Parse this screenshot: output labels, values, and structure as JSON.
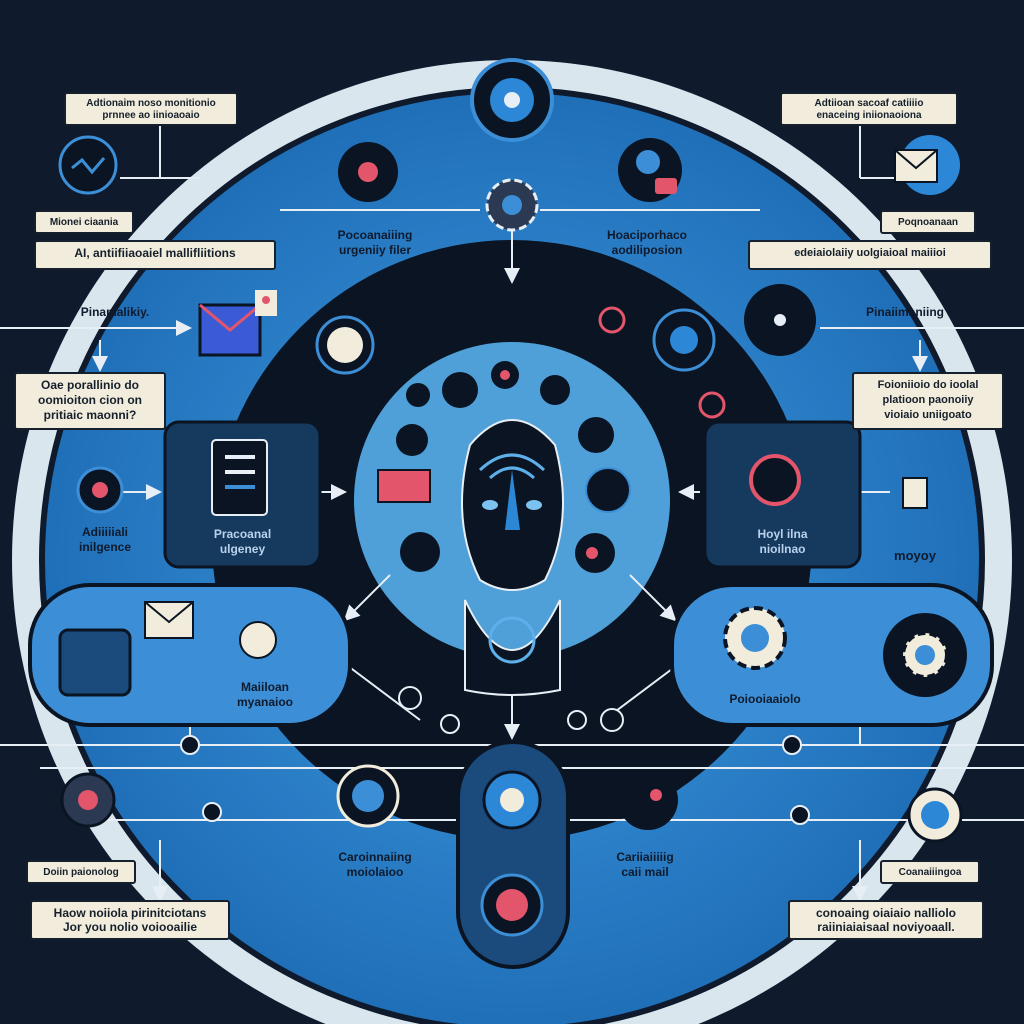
{
  "labels": {
    "top_left_note": "Adtionaim noso monitionio\nprnnee ao iinioaoaio",
    "top_right_note": "Adtiioan sacoaf catiiiio\nenaceing iniionaoiona",
    "left_small_title": "Mionei ciaania",
    "ai_notifications": "AI, antiifiiaoaiel mallifliitions",
    "right_small_title": "Poqnoanaan",
    "right_banner": "edeiaiolaiiy uolgiaioal maiiioi",
    "left_question": "Oae porallinio do\noomioiton cion on\npritiaic maonni?",
    "right_question": "Foioniioio do ioolal\nplatioon paonoiiy\nvioiaio uniigoato",
    "bottom_left_small": "Doiin paionolog",
    "bottom_right_small": "Coanaiiingoa",
    "bottom_left_note": "Haow noiiola pirinitciotans\nJor you nolio voiooailie",
    "bottom_right_note": "conoaing oiaiaio nalliolo\nraiiniaiaisaal noviyoaall."
  },
  "texts": {
    "proc_urgency": "Pocoanaiiing\nurgeniiy filer",
    "headphone_add": "Hoaciporhaco\naodiliposion",
    "planning_left": "Pinamalikiy.",
    "planning_right": "Pinaiimaniing",
    "ai_intelligence": "Adiiiiiali\ninilgence",
    "processed_urgency": "Pracoanal\nulgeney",
    "priority_filter": "Hoyl ilna\nnioilnao",
    "moyoy": "moyoy",
    "multi_response": "Maiiloan\nmyanaioo",
    "automation": "Poiooiaaiolo",
    "conversation": "Caroinnaiing\nmoiolaioo",
    "call_mail": "Cariiaiiiiig\ncaii mail"
  },
  "colors": {
    "background": "#0f1a2c",
    "ring_blue": "#2c88d6",
    "core": "#07111f",
    "accent_red": "#e2556b",
    "label_bg": "#f1ecdc"
  }
}
